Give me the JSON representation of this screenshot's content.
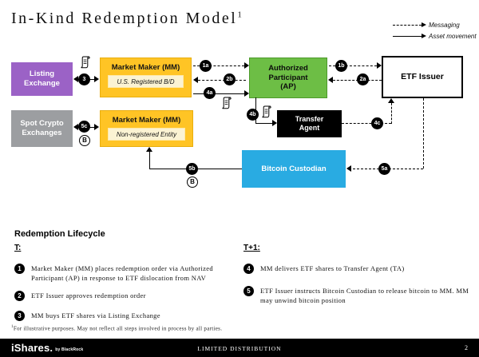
{
  "title": {
    "text": "In-Kind Redemption Model",
    "superscript": "1"
  },
  "legend": {
    "messaging_label": "Messaging",
    "asset_movement_label": "Asset movement"
  },
  "diagram": {
    "nodes": {
      "listing_exchange": "Listing\nExchange",
      "market_maker_1": {
        "title": "Market Maker (MM)",
        "subtitle": "U.S. Registered B/D"
      },
      "authorized_participant": "Authorized\nParticipant\n(AP)",
      "etf_issuer": "ETF Issuer",
      "spot_crypto_exchanges": "Spot Crypto\nExchanges",
      "market_maker_2": {
        "title": "Market Maker (MM)",
        "subtitle": "Non-registered Entity"
      },
      "transfer_agent": "Transfer\nAgent",
      "bitcoin_custodian": "Bitcoin Custodian"
    },
    "step_badges": {
      "s1a": "1a",
      "s1b": "1b",
      "s2a": "2a",
      "s2b": "2b",
      "s3": "3",
      "s4a": "4a",
      "s4b": "4b",
      "s4c": "4c",
      "s5a": "5a",
      "s5b": "5b",
      "s5c": "5c"
    },
    "bitcoin_symbol": "B",
    "colors": {
      "purple": "#9B62C6",
      "yellow": "#FFC425",
      "yellow_inner": "#FBF3D3",
      "green": "#6DBE45",
      "gray": "#9C9EA1",
      "blue": "#29ABE2",
      "black": "#000000"
    }
  },
  "lifecycle": {
    "heading": "Redemption Lifecycle",
    "t_label": "T:",
    "t1_label": "T+1:",
    "t_steps": [
      {
        "num": "1",
        "text": "Market Maker (MM) places redemption order via Authorized Participant (AP) in response to ETF dislocation from NAV"
      },
      {
        "num": "2",
        "text": "ETF Issuer approves redemption order"
      },
      {
        "num": "3",
        "text": "MM buys ETF shares via Listing Exchange"
      }
    ],
    "t1_steps": [
      {
        "num": "4",
        "text": "MM delivers ETF shares to Transfer Agent (TA)"
      },
      {
        "num": "5",
        "text": "ETF Issuer instructs Bitcoin Custodian to release bitcoin to MM. MM may unwind bitcoin position"
      }
    ]
  },
  "footnote": {
    "superscript": "1",
    "text": "For illustrative purposes.  May not reflect all steps involved in process by all parties."
  },
  "footer": {
    "brand": "iShares.",
    "brand_sub": "by BlackRock",
    "center": "LIMITED DISTRIBUTION",
    "page": "2"
  }
}
